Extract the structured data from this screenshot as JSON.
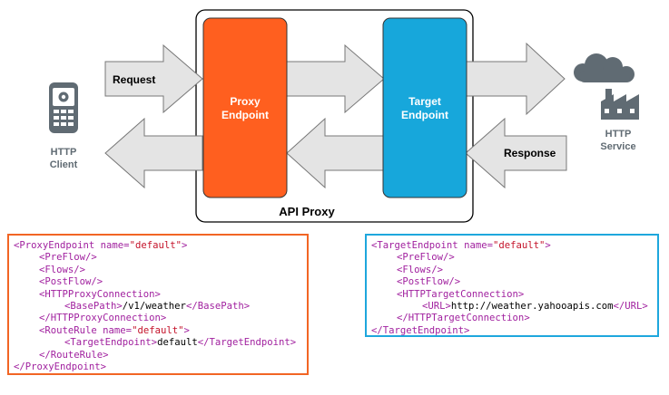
{
  "api_proxy": {
    "label": "API Proxy"
  },
  "proxy_endpoint": {
    "line1": "Proxy",
    "line2": "Endpoint"
  },
  "target_endpoint": {
    "line1": "Target",
    "line2": "Endpoint"
  },
  "request_label": "Request",
  "response_label": "Response",
  "http_client": {
    "line1": "HTTP",
    "line2": "Client"
  },
  "http_service": {
    "line1": "HTTP",
    "line2": "Service"
  },
  "colors": {
    "proxy": "#ff5f1f",
    "target": "#17a7db",
    "arrow": "#e4e4e4",
    "icon": "#606b73",
    "tag": "#a1219f",
    "value": "#c4132a"
  },
  "proxy_code": [
    {
      "indent": 0,
      "parts": [
        {
          "c": "tag",
          "t": "<ProxyEndpoint "
        },
        {
          "c": "attr",
          "t": "name="
        },
        {
          "c": "val",
          "t": "\"default\""
        },
        {
          "c": "tag",
          "t": ">"
        }
      ]
    },
    {
      "indent": 1,
      "parts": [
        {
          "c": "tag",
          "t": "<PreFlow/>"
        }
      ]
    },
    {
      "indent": 1,
      "parts": [
        {
          "c": "tag",
          "t": "<Flows/>"
        }
      ]
    },
    {
      "indent": 1,
      "parts": [
        {
          "c": "tag",
          "t": "<PostFlow/>"
        }
      ]
    },
    {
      "indent": 1,
      "parts": [
        {
          "c": "tag",
          "t": "<HTTPProxyConnection>"
        }
      ]
    },
    {
      "indent": 2,
      "parts": [
        {
          "c": "tag",
          "t": "<BasePath>"
        },
        {
          "c": "txt",
          "t": "/v1/weather"
        },
        {
          "c": "tag",
          "t": "</BasePath>"
        }
      ]
    },
    {
      "indent": 1,
      "parts": [
        {
          "c": "tag",
          "t": "</HTTPProxyConnection>"
        }
      ]
    },
    {
      "indent": 1,
      "parts": [
        {
          "c": "tag",
          "t": "<RouteRule "
        },
        {
          "c": "attr",
          "t": "name="
        },
        {
          "c": "val",
          "t": "\"default\""
        },
        {
          "c": "tag",
          "t": ">"
        }
      ]
    },
    {
      "indent": 2,
      "parts": [
        {
          "c": "tag",
          "t": "<TargetEndpoint>"
        },
        {
          "c": "txt",
          "t": "default"
        },
        {
          "c": "tag",
          "t": "</TargetEndpoint>"
        }
      ]
    },
    {
      "indent": 1,
      "parts": [
        {
          "c": "tag",
          "t": "</RouteRule>"
        }
      ]
    },
    {
      "indent": 0,
      "parts": [
        {
          "c": "tag",
          "t": "</ProxyEndpoint>"
        }
      ]
    }
  ],
  "target_code": [
    {
      "indent": 0,
      "parts": [
        {
          "c": "tag",
          "t": "<TargetEndpoint "
        },
        {
          "c": "attr",
          "t": "name="
        },
        {
          "c": "val",
          "t": "\"default\""
        },
        {
          "c": "tag",
          "t": ">"
        }
      ]
    },
    {
      "indent": 1,
      "parts": [
        {
          "c": "tag",
          "t": "<PreFlow/>"
        }
      ]
    },
    {
      "indent": 1,
      "parts": [
        {
          "c": "tag",
          "t": "<Flows/>"
        }
      ]
    },
    {
      "indent": 1,
      "parts": [
        {
          "c": "tag",
          "t": "<PostFlow/>"
        }
      ]
    },
    {
      "indent": 1,
      "parts": [
        {
          "c": "tag",
          "t": "<HTTPTargetConnection>"
        }
      ]
    },
    {
      "indent": 2,
      "parts": [
        {
          "c": "tag",
          "t": "<URL>"
        },
        {
          "c": "txt",
          "t": "http://weather.yahooapis.com"
        },
        {
          "c": "tag",
          "t": "</URL>"
        }
      ]
    },
    {
      "indent": 1,
      "parts": [
        {
          "c": "tag",
          "t": "</HTTPTargetConnection>"
        }
      ]
    },
    {
      "indent": 0,
      "parts": [
        {
          "c": "tag",
          "t": "</TargetEndpoint>"
        }
      ]
    }
  ]
}
